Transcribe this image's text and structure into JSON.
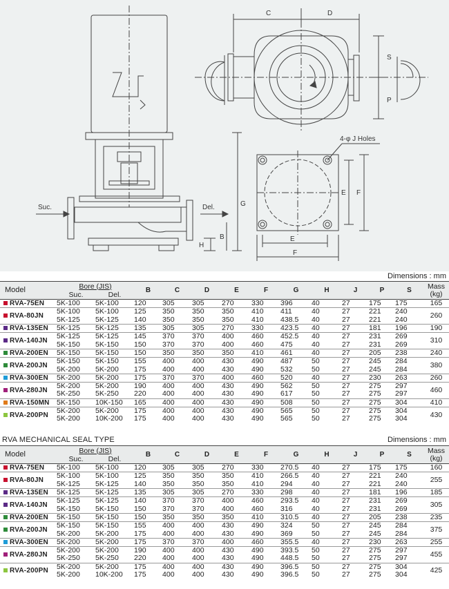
{
  "drawing": {
    "labels": {
      "C": "C",
      "D": "D",
      "S": "S",
      "P": "P",
      "holes": "4-φ J Holes",
      "E": "E",
      "F": "F",
      "suc": "Suc.",
      "del": "Del.",
      "G": "G",
      "B": "B",
      "H": "H"
    }
  },
  "dims_label": "Dimensions : mm",
  "table_headers": {
    "model": "Model",
    "bore": "Bore (JIS)",
    "suc": "Suc.",
    "del": "Del.",
    "B": "B",
    "C": "C",
    "D": "D",
    "E": "E",
    "F": "F",
    "G": "G",
    "H": "H",
    "J": "J",
    "P": "P",
    "S": "S",
    "mass": "Mass",
    "mass_unit": "(kg)"
  },
  "colors": {
    "RVA-75EN": "#c8102e",
    "RVA-80JN": "#c8102e",
    "RVA-135EN": "#5b2a86",
    "RVA-140JN": "#5b2a86",
    "RVA-200EN": "#2e8b3a",
    "RVA-200JN": "#2e8b3a",
    "RVA-300EN": "#1e9bd7",
    "RVA-280JN": "#a0207a",
    "RVA-150MN": "#e07b1a",
    "RVA-200PN": "#8cc63f"
  },
  "table1": {
    "groups": [
      {
        "model": "RVA-75EN",
        "mass": "165",
        "rows": [
          [
            "5K-100",
            "5K-100",
            "120",
            "305",
            "305",
            "270",
            "330",
            "396",
            "40",
            "27",
            "175",
            "175"
          ]
        ]
      },
      {
        "model": "RVA-80JN",
        "mass": "260",
        "rows": [
          [
            "5K-100",
            "5K-100",
            "125",
            "350",
            "350",
            "350",
            "410",
            "411",
            "40",
            "27",
            "221",
            "240"
          ],
          [
            "5K-125",
            "5K-125",
            "140",
            "350",
            "350",
            "350",
            "410",
            "438.5",
            "40",
            "27",
            "221",
            "240"
          ]
        ]
      },
      {
        "model": "RVA-135EN",
        "mass": "190",
        "rows": [
          [
            "5K-125",
            "5K-125",
            "135",
            "305",
            "305",
            "270",
            "330",
            "423.5",
            "40",
            "27",
            "181",
            "196"
          ]
        ]
      },
      {
        "model": "RVA-140JN",
        "mass": "310",
        "rows": [
          [
            "5K-125",
            "5K-125",
            "145",
            "370",
            "370",
            "400",
            "460",
            "452.5",
            "40",
            "27",
            "231",
            "269"
          ],
          [
            "5K-150",
            "5K-150",
            "150",
            "370",
            "370",
            "400",
            "460",
            "475",
            "40",
            "27",
            "231",
            "269"
          ]
        ]
      },
      {
        "model": "RVA-200EN",
        "mass": "240",
        "rows": [
          [
            "5K-150",
            "5K-150",
            "150",
            "350",
            "350",
            "350",
            "410",
            "461",
            "40",
            "27",
            "205",
            "238"
          ]
        ]
      },
      {
        "model": "RVA-200JN",
        "mass": "380",
        "rows": [
          [
            "5K-150",
            "5K-150",
            "155",
            "400",
            "400",
            "430",
            "490",
            "487",
            "50",
            "27",
            "245",
            "284"
          ],
          [
            "5K-200",
            "5K-200",
            "175",
            "400",
            "400",
            "430",
            "490",
            "532",
            "50",
            "27",
            "245",
            "284"
          ]
        ]
      },
      {
        "model": "RVA-300EN",
        "mass": "260",
        "rows": [
          [
            "5K-200",
            "5K-200",
            "175",
            "370",
            "370",
            "400",
            "460",
            "520",
            "40",
            "27",
            "230",
            "263"
          ]
        ]
      },
      {
        "model": "RVA-280JN",
        "mass": "460",
        "rows": [
          [
            "5K-200",
            "5K-200",
            "190",
            "400",
            "400",
            "430",
            "490",
            "562",
            "50",
            "27",
            "275",
            "297"
          ],
          [
            "5K-250",
            "5K-250",
            "220",
            "400",
            "400",
            "430",
            "490",
            "617",
            "50",
            "27",
            "275",
            "297"
          ]
        ]
      },
      {
        "model": "RVA-150MN",
        "mass": "410",
        "rows": [
          [
            "5K-150",
            "10K-150",
            "165",
            "400",
            "400",
            "430",
            "490",
            "508",
            "50",
            "27",
            "275",
            "304"
          ]
        ]
      },
      {
        "model": "RVA-200PN",
        "mass": "430",
        "rows": [
          [
            "5K-200",
            "5K-200",
            "175",
            "400",
            "400",
            "430",
            "490",
            "565",
            "50",
            "27",
            "275",
            "304"
          ],
          [
            "5K-200",
            "10K-200",
            "175",
            "400",
            "400",
            "430",
            "490",
            "565",
            "50",
            "27",
            "275",
            "304"
          ]
        ]
      }
    ]
  },
  "section2_title": "RVA MECHANICAL SEAL TYPE",
  "table2": {
    "groups": [
      {
        "model": "RVA-75EN",
        "mass": "160",
        "rows": [
          [
            "5K-100",
            "5K-100",
            "120",
            "305",
            "305",
            "270",
            "330",
            "270.5",
            "40",
            "27",
            "175",
            "175"
          ]
        ]
      },
      {
        "model": "RVA-80JN",
        "mass": "255",
        "rows": [
          [
            "5K-100",
            "5K-100",
            "125",
            "350",
            "350",
            "350",
            "410",
            "266.5",
            "40",
            "27",
            "221",
            "240"
          ],
          [
            "5K-125",
            "5K-125",
            "140",
            "350",
            "350",
            "350",
            "410",
            "294",
            "40",
            "27",
            "221",
            "240"
          ]
        ]
      },
      {
        "model": "RVA-135EN",
        "mass": "185",
        "rows": [
          [
            "5K-125",
            "5K-125",
            "135",
            "305",
            "305",
            "270",
            "330",
            "298",
            "40",
            "27",
            "181",
            "196"
          ]
        ]
      },
      {
        "model": "RVA-140JN",
        "mass": "305",
        "rows": [
          [
            "5K-125",
            "5K-125",
            "140",
            "370",
            "370",
            "400",
            "460",
            "293.5",
            "40",
            "27",
            "231",
            "269"
          ],
          [
            "5K-150",
            "5K-150",
            "150",
            "370",
            "370",
            "400",
            "460",
            "316",
            "40",
            "27",
            "231",
            "269"
          ]
        ]
      },
      {
        "model": "RVA-200EN",
        "mass": "235",
        "rows": [
          [
            "5K-150",
            "5K-150",
            "150",
            "350",
            "350",
            "350",
            "410",
            "310.5",
            "40",
            "27",
            "205",
            "238"
          ]
        ]
      },
      {
        "model": "RVA-200JN",
        "mass": "375",
        "rows": [
          [
            "5K-150",
            "5K-150",
            "155",
            "400",
            "400",
            "430",
            "490",
            "324",
            "50",
            "27",
            "245",
            "284"
          ],
          [
            "5K-200",
            "5K-200",
            "175",
            "400",
            "400",
            "430",
            "490",
            "369",
            "50",
            "27",
            "245",
            "284"
          ]
        ]
      },
      {
        "model": "RVA-300EN",
        "mass": "255",
        "rows": [
          [
            "5K-200",
            "5K-200",
            "175",
            "370",
            "370",
            "400",
            "460",
            "355.5",
            "40",
            "27",
            "230",
            "263"
          ]
        ]
      },
      {
        "model": "RVA-280JN",
        "mass": "455",
        "rows": [
          [
            "5K-200",
            "5K-200",
            "190",
            "400",
            "400",
            "430",
            "490",
            "393.5",
            "50",
            "27",
            "275",
            "297"
          ],
          [
            "5K-250",
            "5K-250",
            "220",
            "400",
            "400",
            "430",
            "490",
            "448.5",
            "50",
            "27",
            "275",
            "297"
          ]
        ]
      },
      {
        "model": "RVA-200PN",
        "mass": "425",
        "rows": [
          [
            "5K-200",
            "5K-200",
            "175",
            "400",
            "400",
            "430",
            "490",
            "396.5",
            "50",
            "27",
            "275",
            "304"
          ],
          [
            "5K-200",
            "10K-200",
            "175",
            "400",
            "400",
            "430",
            "490",
            "396.5",
            "50",
            "27",
            "275",
            "304"
          ]
        ]
      }
    ]
  }
}
